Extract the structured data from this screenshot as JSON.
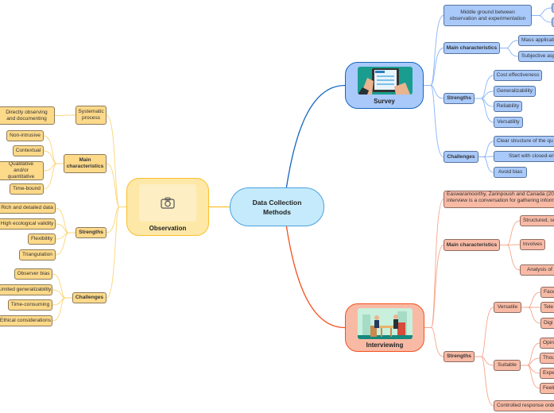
{
  "colors": {
    "observation": "#fbc02d",
    "survey": "#1565c0",
    "interviewing": "#f4511e",
    "center": "#c5eafb"
  },
  "center": {
    "label": "Data Collection Methods"
  },
  "observation": {
    "label": "Observation",
    "icon": "camera-icon",
    "systematic": {
      "label": "Systematic process",
      "items": [
        "Directly observing and documenting"
      ]
    },
    "main": {
      "label": "Main characteristics",
      "items": [
        "Non-intrusive",
        "Contextual",
        "Qualitative and/or quantitative",
        "Time-bound"
      ]
    },
    "strengths": {
      "label": "Strengths",
      "items": [
        "Rich and detailed data",
        "High ecological validity",
        "Flexibility",
        "Triangulation"
      ]
    },
    "challenges": {
      "label": "Challenges",
      "items": [
        "Observer bias",
        "Limited generalizability",
        "Time-consuming",
        "Ethical considerations"
      ]
    }
  },
  "survey": {
    "label": "Survey",
    "image": "tablet-survey-illustration",
    "middle": {
      "label": "Middle ground between observation and experimentation"
    },
    "main": {
      "label": "Main characteristics",
      "items": [
        "Mass applicati",
        "Subjective asp"
      ]
    },
    "strengths": {
      "label": "Strengths",
      "items": [
        "Cost effectiveness",
        "Generalizability",
        "Reliability",
        "Versatility"
      ]
    },
    "challenges": {
      "label": "Challenges",
      "items": [
        "Clear structure of the qu",
        "Start with closed-en",
        "Avoid bias"
      ]
    }
  },
  "interviewing": {
    "label": "Interviewing",
    "image": "interview-illustration",
    "definition": {
      "line1": "Easwaramoorthy, Zarinpoush and Canada (201",
      "line2": "interview is a conversation for gathering inform"
    },
    "main": {
      "label": "Main characteristics",
      "items": [
        "Structured, se",
        "Involves",
        "Analysis of d"
      ]
    },
    "strengths": {
      "label": "Strengths",
      "versatile": {
        "label": "Versatile",
        "items": [
          "Face",
          "Tele",
          "Digi"
        ]
      },
      "suitable": {
        "label": "Suitable",
        "items": [
          "Opini",
          "Thou",
          "Expe",
          "Feeli"
        ]
      },
      "controlled": "Controlled response orde"
    }
  }
}
